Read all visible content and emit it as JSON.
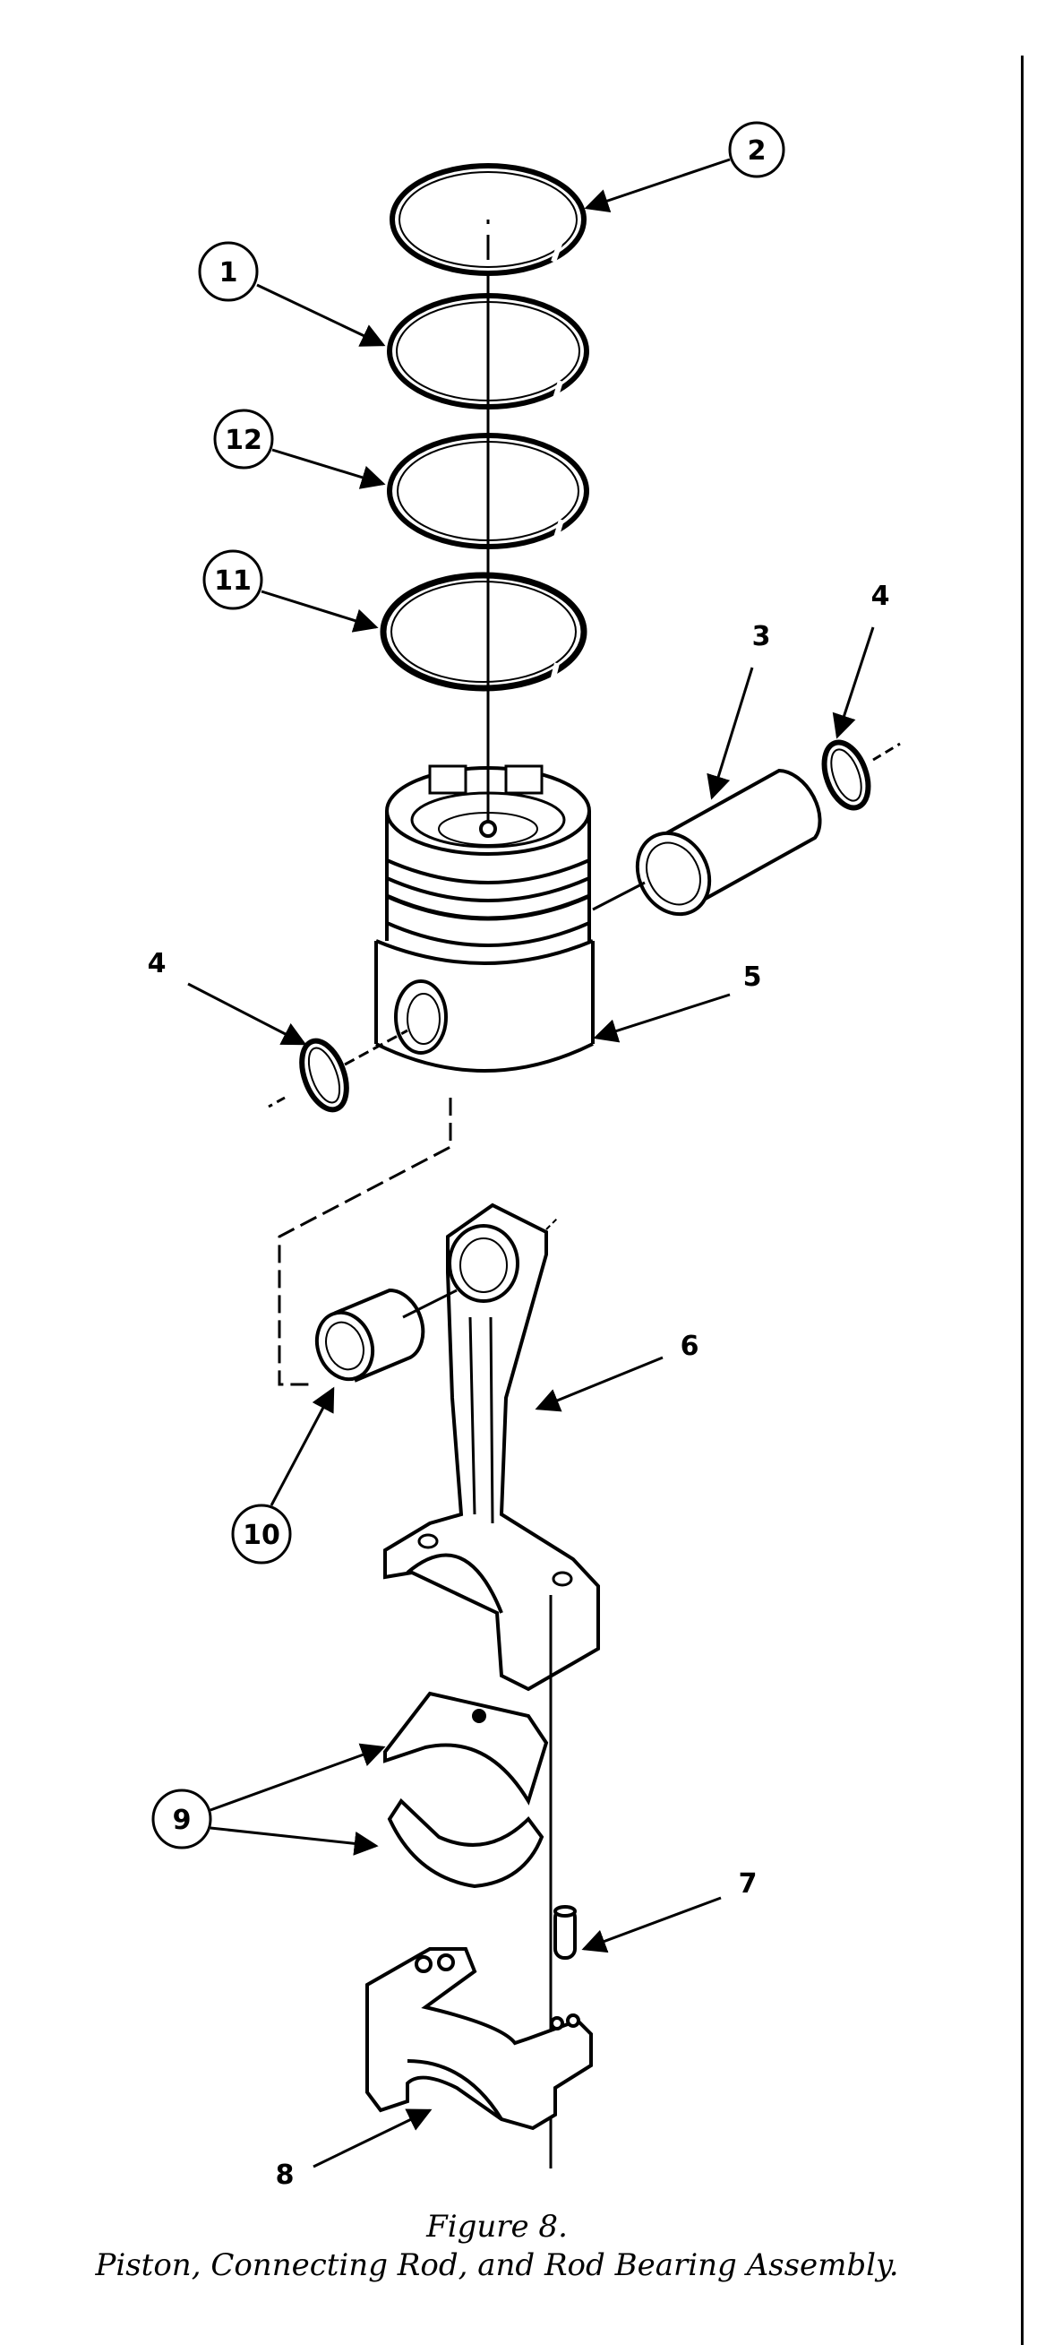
{
  "figure": {
    "number": "Figure 8.",
    "title": "Piston, Connecting Rod, and Rod Bearing Assembly."
  },
  "callouts": [
    {
      "id": "2",
      "label": "2",
      "part": "ring-2",
      "circled": true
    },
    {
      "id": "1",
      "label": "1",
      "part": "ring-1",
      "circled": true
    },
    {
      "id": "12",
      "label": "12",
      "part": "ring-12",
      "circled": true
    },
    {
      "id": "11",
      "label": "11",
      "part": "ring-11",
      "circled": true
    },
    {
      "id": "3",
      "label": "3",
      "part": "piston-pin",
      "circled": false
    },
    {
      "id": "4a",
      "label": "4",
      "part": "retaining-ring-right",
      "circled": false
    },
    {
      "id": "4b",
      "label": "4",
      "part": "retaining-ring-left",
      "circled": false
    },
    {
      "id": "5",
      "label": "5",
      "part": "piston",
      "circled": false
    },
    {
      "id": "6",
      "label": "6",
      "part": "connecting-rod",
      "circled": false
    },
    {
      "id": "10",
      "label": "10",
      "part": "rod-bushing",
      "circled": true
    },
    {
      "id": "9",
      "label": "9",
      "part": "bearing-shells",
      "circled": true
    },
    {
      "id": "7",
      "label": "7",
      "part": "dowel-pin",
      "circled": false
    },
    {
      "id": "8",
      "label": "8",
      "part": "rod-cap",
      "circled": false
    }
  ]
}
